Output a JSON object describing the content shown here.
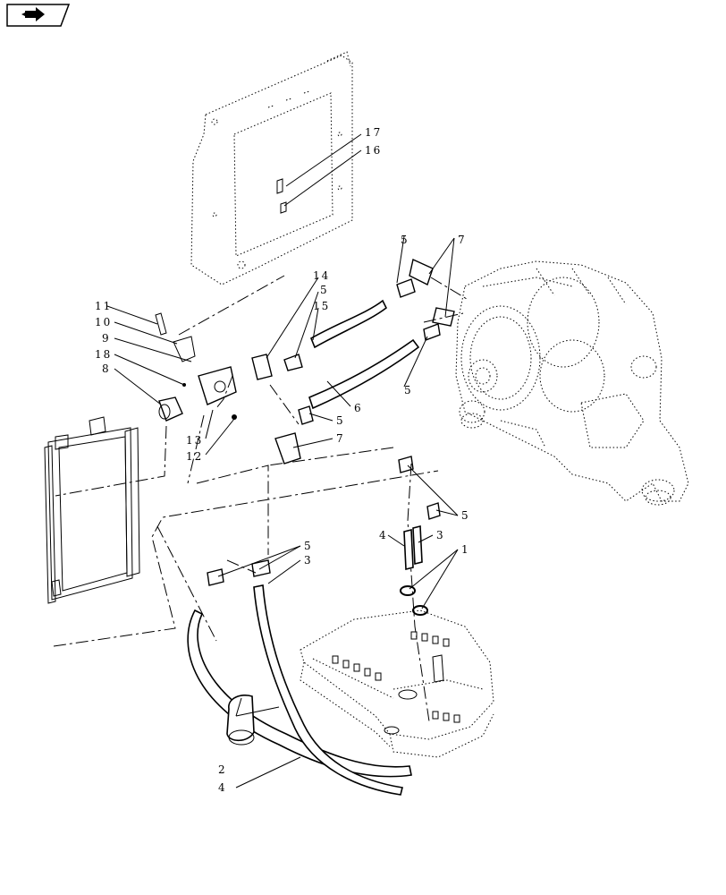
{
  "nav_icon": "page-forward-icon",
  "callouts": [
    {
      "id": "17",
      "text": "17"
    },
    {
      "id": "16",
      "text": "16"
    },
    {
      "id": "5a",
      "text": "5"
    },
    {
      "id": "7a",
      "text": "7"
    },
    {
      "id": "14",
      "text": "14"
    },
    {
      "id": "5b",
      "text": "5"
    },
    {
      "id": "15",
      "text": "15"
    },
    {
      "id": "11",
      "text": "11"
    },
    {
      "id": "10",
      "text": "10"
    },
    {
      "id": "9",
      "text": "9"
    },
    {
      "id": "18",
      "text": "18"
    },
    {
      "id": "8",
      "text": "8"
    },
    {
      "id": "5c",
      "text": "5"
    },
    {
      "id": "6",
      "text": "6"
    },
    {
      "id": "5d",
      "text": "5"
    },
    {
      "id": "13",
      "text": "13"
    },
    {
      "id": "7b",
      "text": "7"
    },
    {
      "id": "12",
      "text": "12"
    },
    {
      "id": "5e",
      "text": "5"
    },
    {
      "id": "4a",
      "text": "4"
    },
    {
      "id": "3a",
      "text": "3"
    },
    {
      "id": "1",
      "text": "1"
    },
    {
      "id": "5f",
      "text": "5"
    },
    {
      "id": "3b",
      "text": "3"
    },
    {
      "id": "2",
      "text": "2"
    },
    {
      "id": "4b",
      "text": "4"
    }
  ]
}
